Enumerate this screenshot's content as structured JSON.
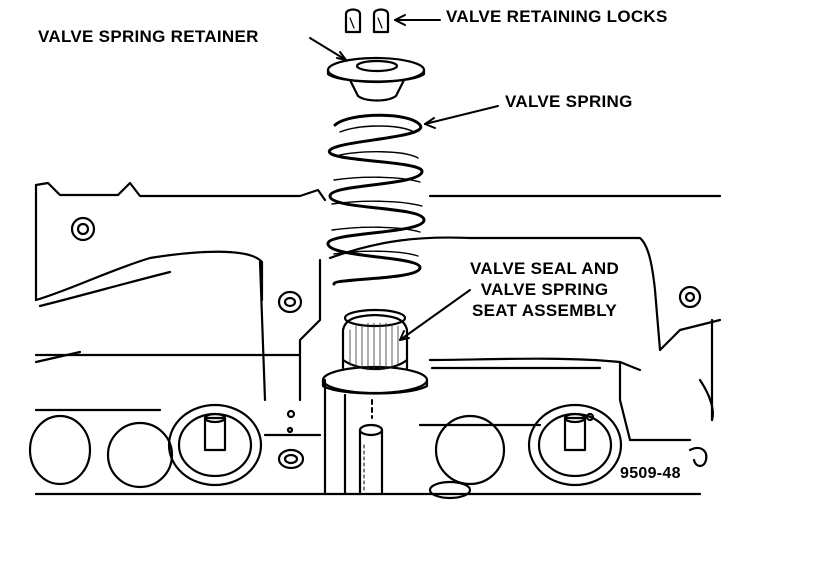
{
  "labels": {
    "locks": "VALVE RETAINING LOCKS",
    "retainer": "VALVE SPRING RETAINER",
    "spring": "VALVE SPRING",
    "seal": "VALVE SEAL AND\nVALVE SPRING\nSEAT ASSEMBLY",
    "figure_id": "9509-48"
  }
}
